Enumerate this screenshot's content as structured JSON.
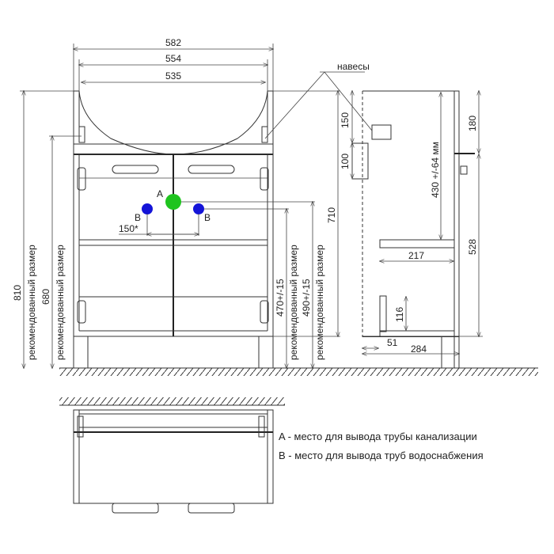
{
  "title": "Cabinet with washbasin – installation drawing",
  "dims": {
    "w582": "582",
    "w554": "554",
    "w535": "535",
    "h810": "810",
    "h680": "680",
    "h710": "710",
    "h470": "470+/-15",
    "h490": "490+/-15",
    "d150": "150*",
    "s150": "150",
    "s100": "100",
    "s430": "430 +/-64 мм",
    "s180": "180",
    "s528": "528",
    "s217": "217",
    "s116": "116",
    "s51": "51",
    "s284": "284"
  },
  "labels": {
    "recommended": "рекомендованный размер",
    "hinges": "навесы",
    "point_a": "A",
    "point_b": "B"
  },
  "legend": {
    "a": "A - место для вывода трубы канализации",
    "b": "B - место для вывода труб водоснабжения"
  },
  "colors": {
    "drain": "#1fc41f",
    "water": "#1414d8"
  }
}
